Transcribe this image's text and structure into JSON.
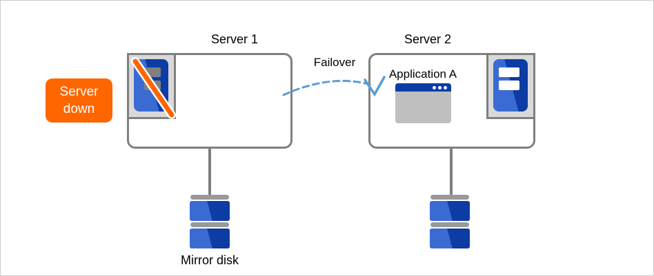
{
  "labels": {
    "failover": "Failover",
    "server_down": "Server down",
    "mirror_disk": "Mirror disk"
  },
  "server1": {
    "label": "Server 1",
    "status": "down"
  },
  "server2": {
    "label": "Server 2",
    "application": "Application A",
    "status": "up"
  },
  "icons": {
    "server1": "server-down-icon (blue server crossed by orange slash)",
    "server2": "server-icon (blue server with white bars)",
    "application": "app-window-icon (window with title bar and three dots)",
    "disks": "mirror-disk-icon (stacked disk platters)",
    "arrow": "failover-dashed-arc-arrow"
  },
  "colors": {
    "orange": "#FF6600",
    "box-border": "#7F7F7F",
    "icon-bg": "#D9D9D9",
    "blue-light": "#3A6BD2",
    "blue-dark": "#0C3CA4",
    "navy": "#0B3DA6",
    "arrow-blue": "#5B9BD5",
    "bar-gray": "#808080",
    "cap-gray": "#999999",
    "app-body": "#BFBFBF"
  }
}
